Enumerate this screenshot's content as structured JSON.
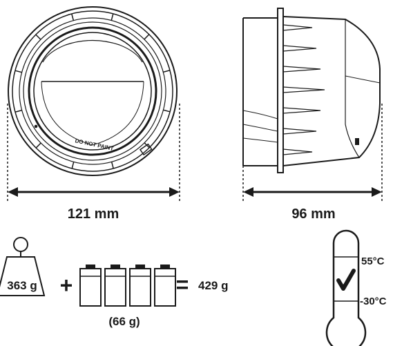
{
  "front_view": {
    "width_label": "121 mm",
    "marking": "DO NOT PAINT"
  },
  "side_view": {
    "depth_label": "96 mm"
  },
  "weight": {
    "device_label": "363 g",
    "plus": "+",
    "equals": "=",
    "total_label": "429 g",
    "battery_count": 4,
    "batteries_label": "(66 g)"
  },
  "temperature": {
    "max_label": "55°C",
    "min_label": "-30°C"
  },
  "colors": {
    "line": "#1a1a1a",
    "fill": "#ffffff"
  }
}
